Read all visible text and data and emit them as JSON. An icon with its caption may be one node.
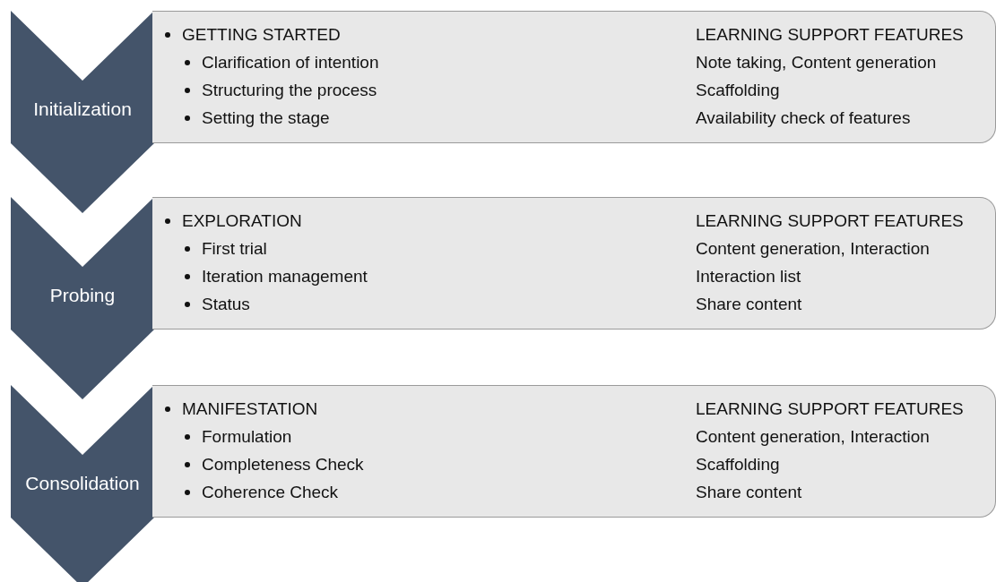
{
  "diagram": {
    "nodes": [
      {
        "text": [
          "Initialization"
        ]
      },
      {
        "text": [
          "GETTING STARTED",
          "Clarification of intention",
          "Structuring the process",
          "Setting the stage",
          "LEARNING SUPPORT FEATURES",
          "Note taking, Content generation",
          "Scaffolding",
          "Availability check of features"
        ]
      },
      {
        "text": [
          "Probing"
        ]
      },
      {
        "text": [
          "EXPLORATION",
          "First trial",
          "Iteration management",
          "Status",
          "LEARNING SUPPORT FEATURES",
          "Content generation, Interaction",
          "Interaction list",
          "Share content"
        ]
      },
      {
        "text": [
          "Consolidation"
        ]
      },
      {
        "text": [
          "MANIFESTATION",
          "Formulation",
          "Completeness Check",
          "Coherence Check",
          "LEARNING SUPPORT FEATURES",
          "Content generation, Interaction",
          "Scaffolding",
          "Share content"
        ]
      }
    ],
    "edges": []
  }
}
